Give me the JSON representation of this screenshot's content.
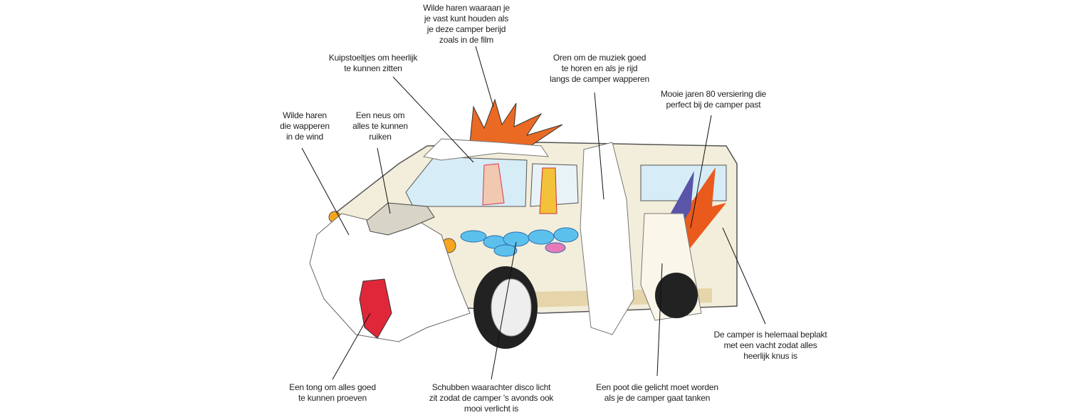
{
  "callouts": {
    "hair_top": [
      "Wilde haren waaraan je",
      "je vast kunt houden als",
      "je deze camper berijd",
      "zoals in de film"
    ],
    "seats": [
      "Kuipstoeltjes om heerlijk",
      "te kunnen zitten"
    ],
    "ears": [
      "Oren om de muziek goed",
      "te horen en als je rijd",
      "langs de camper wapperen"
    ],
    "decoration": [
      "Mooie jaren 80 versiering die",
      "perfect bij de camper past"
    ],
    "hair_wind": [
      "Wilde haren",
      "die wapperen",
      "in de wind"
    ],
    "nose": [
      "Een neus om",
      "alles te kunnen",
      "ruiken"
    ],
    "tongue": [
      "Een tong om alles goed",
      "te kunnen proeven"
    ],
    "scales": [
      "Schubben waarachter disco licht",
      "zit zodat de camper 's avonds ook",
      "mooi verlicht is"
    ],
    "paw": [
      "Een poot die gelicht moet worden",
      "als je de camper gaat tanken"
    ],
    "fur": [
      "De camper is helemaal beplakt",
      "met een vacht zodat alles",
      "heerlijk knus is"
    ]
  },
  "colors": {
    "body": "#f3eedb",
    "fur": "#ffffff",
    "hair": "#ea6a24",
    "tongue": "#e0273a",
    "scales": "#5cc0ec",
    "stripe_blue": "#5a55a8",
    "window": "#d6ecf6"
  }
}
